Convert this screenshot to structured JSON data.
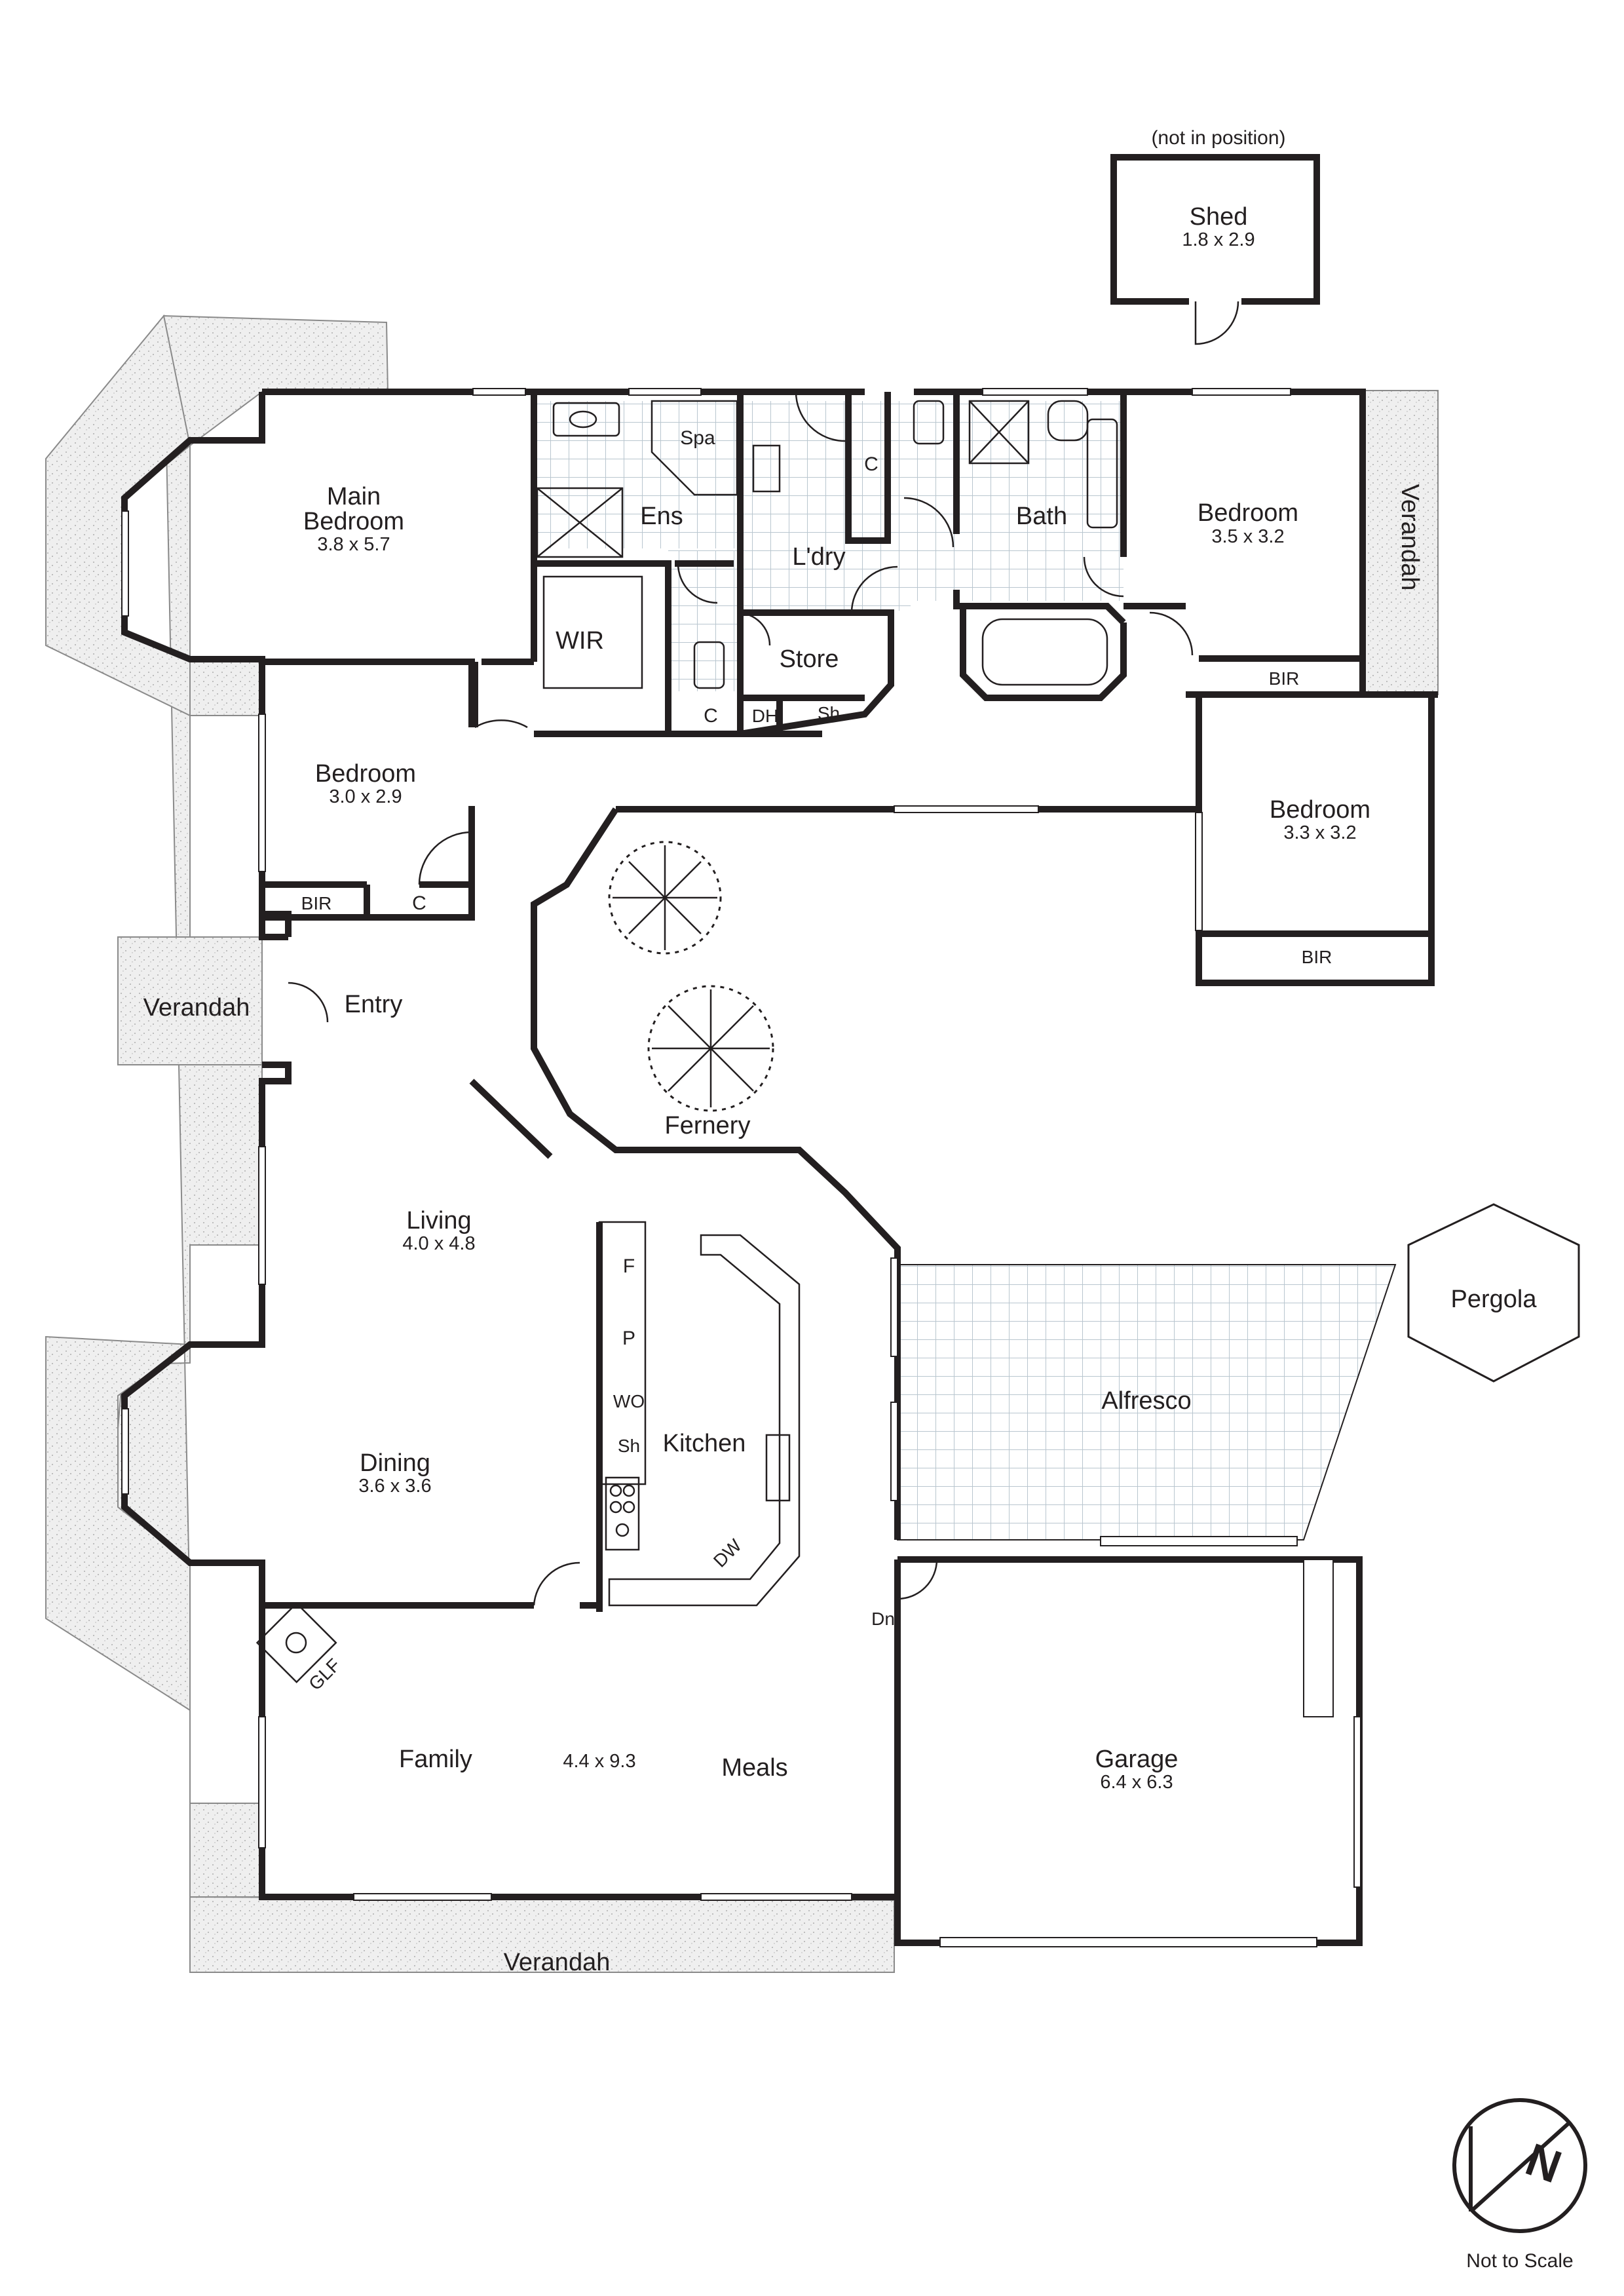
{
  "shed_note": "(not in position)",
  "rooms": {
    "shed": {
      "name": "Shed",
      "dim": "1.8 x 2.9"
    },
    "main_bedroom": {
      "name_line1": "Main",
      "name_line2": "Bedroom",
      "dim": "3.8 x 5.7"
    },
    "ens": {
      "name": "Ens"
    },
    "spa": {
      "name": "Spa"
    },
    "wir": {
      "name": "WIR"
    },
    "laundry": {
      "name": "L'dry"
    },
    "store": {
      "name": "Store"
    },
    "bath": {
      "name": "Bath"
    },
    "bedroom_2": {
      "name": "Bedroom",
      "dim": "3.5 x 3.2"
    },
    "bedroom_3": {
      "name": "Bedroom",
      "dim": "3.0 x 2.9"
    },
    "bedroom_4": {
      "name": "Bedroom",
      "dim": "3.3 x 3.2"
    },
    "entry": {
      "name": "Entry"
    },
    "fernery": {
      "name": "Fernery"
    },
    "living": {
      "name": "Living",
      "dim": "4.0 x 4.8"
    },
    "dining": {
      "name": "Dining",
      "dim": "3.6 x 3.6"
    },
    "kitchen": {
      "name": "Kitchen"
    },
    "alfresco": {
      "name": "Alfresco"
    },
    "pergola": {
      "name": "Pergola"
    },
    "family": {
      "name": "Family"
    },
    "family_meals_dim": "4.4 x 9.3",
    "meals": {
      "name": "Meals"
    },
    "garage": {
      "name": "Garage",
      "dim": "6.4 x 6.3"
    }
  },
  "verandahs": {
    "east": "Verandah",
    "west": "Verandah",
    "south": "Verandah"
  },
  "fixtures": {
    "cupboard": "C",
    "bir": "BIR",
    "dh": "DH",
    "shower": "Sh",
    "fridge": "F",
    "pantry": "P",
    "wall_oven": "WO",
    "dishwasher": "DW",
    "glf": "GLF",
    "down": "Dn"
  },
  "footer": {
    "scale_note": "Not to Scale"
  },
  "compass": {
    "letter": "N"
  },
  "colors": {
    "wall": "#231f20",
    "deck": "#ececec",
    "tile_grid": "#b9c6cf"
  }
}
